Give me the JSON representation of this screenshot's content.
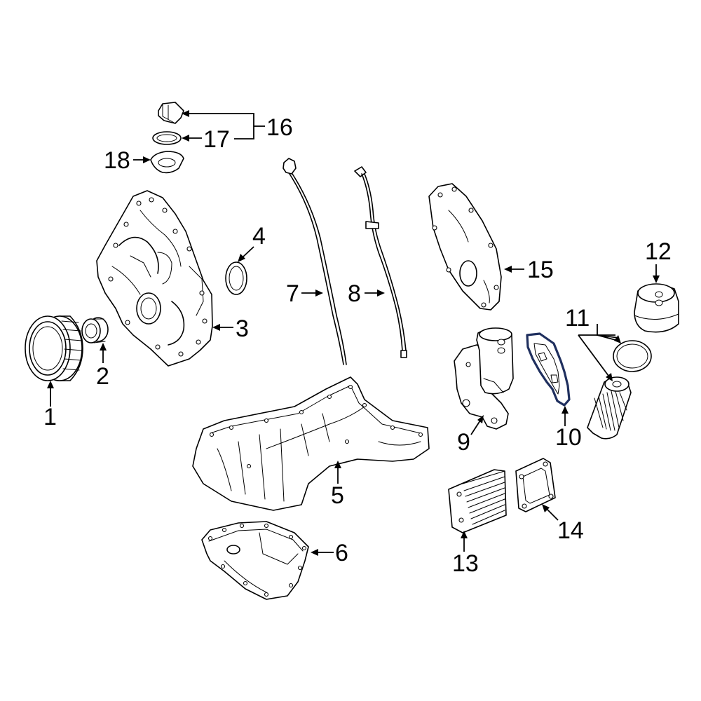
{
  "callouts": [
    {
      "id": "1",
      "text": "1"
    },
    {
      "id": "2",
      "text": "2"
    },
    {
      "id": "3",
      "text": "3"
    },
    {
      "id": "4",
      "text": "4"
    },
    {
      "id": "5",
      "text": "5"
    },
    {
      "id": "6",
      "text": "6"
    },
    {
      "id": "7",
      "text": "7"
    },
    {
      "id": "8",
      "text": "8"
    },
    {
      "id": "9",
      "text": "9"
    },
    {
      "id": "10",
      "text": "10"
    },
    {
      "id": "11",
      "text": "11"
    },
    {
      "id": "12",
      "text": "12"
    },
    {
      "id": "13",
      "text": "13"
    },
    {
      "id": "14",
      "text": "14"
    },
    {
      "id": "15",
      "text": "15"
    },
    {
      "id": "16",
      "text": "16"
    },
    {
      "id": "17",
      "text": "17"
    },
    {
      "id": "18",
      "text": "18"
    }
  ],
  "colors": {
    "line": "#000000",
    "background": "#ffffff",
    "highlight": "#1f2f5e"
  }
}
